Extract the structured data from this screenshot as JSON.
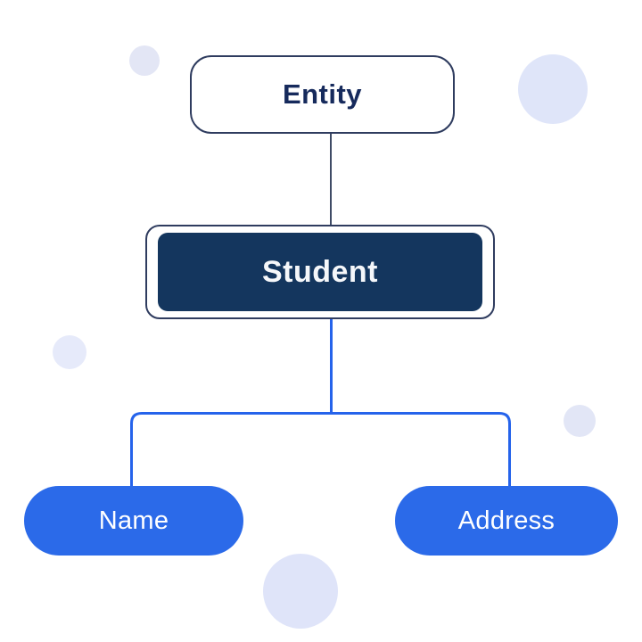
{
  "diagram": {
    "type": "hierarchy",
    "nodes": {
      "entity": {
        "label": "Entity"
      },
      "student": {
        "label": "Student"
      },
      "children": [
        {
          "label": "Name"
        },
        {
          "label": "Address"
        }
      ]
    },
    "edges": [
      {
        "from": "Entity",
        "to": "Student"
      },
      {
        "from": "Student",
        "to": "Name"
      },
      {
        "from": "Student",
        "to": "Address"
      }
    ],
    "colors": {
      "node_border_navy": "#2f3c5f",
      "student_fill_navy": "#14365e",
      "pill_blue": "#2b6ae9",
      "connector_blue": "#2563eb",
      "connector_dark": "#3f4b66",
      "decoration_lavender": "#e1e6f8",
      "text_navy": "#162a5c",
      "text_white": "#ffffff"
    }
  }
}
